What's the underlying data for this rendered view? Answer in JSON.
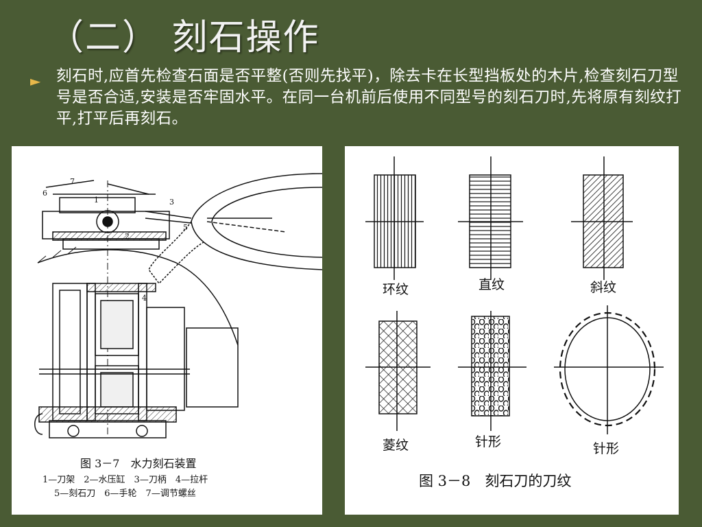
{
  "slide": {
    "title": "（二） 刻石操作",
    "bullet_text": "刻石时,应首先检查石面是否平整(否则先找平)，除去卡在长型挡板处的木片,检查刻石刀型号是否合适,安装是否牢固水平。在同一台机前后使用不同型号的刻石刀时,先将原有刻纹打平,打平后再刻石。"
  },
  "figure_left": {
    "caption": "图 3－7　水力刻石装置",
    "legend_line1": "1—刀架　2—水压缸　3—刀柄　4—拉杆",
    "legend_line2": "5—刻石刀　6—手轮　7—调节螺丝",
    "callouts": [
      "1",
      "2",
      "3",
      "4",
      "5",
      "6",
      "7"
    ]
  },
  "figure_right": {
    "caption": "图 3－8　刻石刀的刀纹",
    "patterns": [
      "环纹",
      "直纹",
      "斜纹",
      "菱纹",
      "针形",
      "针形"
    ]
  }
}
